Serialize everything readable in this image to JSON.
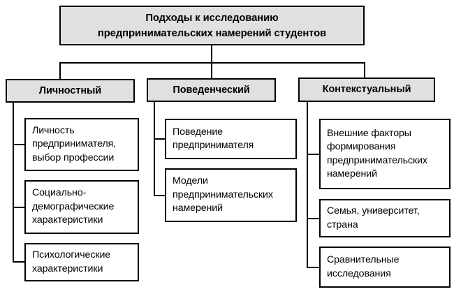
{
  "diagram": {
    "title_box": {
      "text": "Подходы к исследованию\nпредпринимательских намерений студентов",
      "fill": "#e0e0e0",
      "border": "#000000"
    },
    "branches": [
      {
        "heading": "Личностный",
        "fill": "#e0e0e0",
        "children": [
          "Личность\nпредпринимателя,\nвыбор профессии",
          "Социально-\nдемографические\nхарактеристики",
          "Психологические\nхарактеристики"
        ]
      },
      {
        "heading": "Поведенческий",
        "fill": "#e0e0e0",
        "children": [
          "Поведение\nпредпринимателя",
          "Модели\nпредпринимательских\nнамерений"
        ]
      },
      {
        "heading": "Контекстуальный",
        "fill": "#e0e0e0",
        "children": [
          "Внешние факторы\nформирования\nпредпринимательских\nнамерений",
          "Семья, университет,\nстрана",
          "Сравнительные\nисследования"
        ]
      }
    ]
  }
}
